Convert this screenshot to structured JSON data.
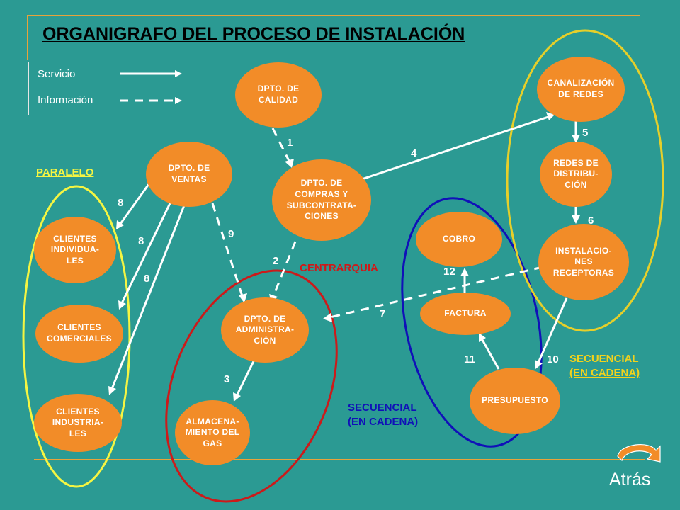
{
  "title": "ORGANIGRAFO DEL PROCESO DE INSTALACIÓN",
  "legend": {
    "servicio": "Servicio",
    "informacion": "Información"
  },
  "nodes": {
    "calidad": "DPTO. DE\nCALIDAD",
    "ventas": "DPTO. DE\nVENTAS",
    "compras": "DPTO. DE\nCOMPRAS Y\nSUBCONTRATA-\nCIONES",
    "canalizacion": "CANALIZACIÓN\nDE REDES",
    "redes": "REDES DE\nDISTRIBU-\nCIÓN",
    "instalaciones": "INSTALACIO-\nNES\nRECEPTORAS",
    "cobro": "COBRO",
    "factura": "FACTURA",
    "presupuesto": "PRESUPUESTO",
    "clientes_ind": "CLIENTES\nINDIVIDUA-\nLES",
    "clientes_com": "CLIENTES\nCOMERCIALES",
    "clientes_indus": "CLIENTES\nINDUSTRIA-\nLES",
    "administracion": "DPTO. DE\nADMINISTRA-\nCIÓN",
    "almacenamiento": "ALMACENA-\nMIENTO DEL\nGAS"
  },
  "groups": {
    "paralelo": "PARALELO",
    "centrarquia": "CENTRARQUIA",
    "secuencial_right": "SECUENCIAL\n(EN CADENA)",
    "secuencial_mid": "SECUENCIAL\n(EN CADENA)"
  },
  "numbers": {
    "n1": "1",
    "n2": "2",
    "n3": "3",
    "n4": "4",
    "n5": "5",
    "n6": "6",
    "n7": "7",
    "n8a": "8",
    "n8b": "8",
    "n8c": "8",
    "n9": "9",
    "n10": "10",
    "n11": "11",
    "n12": "12"
  },
  "nav": {
    "back": "Atrás"
  },
  "colors": {
    "background": "#2b9a93",
    "node": "#f28c28",
    "accent_line": "#e8a33a",
    "paralelo": "#f5f542",
    "centrarquia": "#cc1a1a",
    "secuencial_mid": "#1010b8",
    "secuencial_right": "#e6cf2a"
  }
}
